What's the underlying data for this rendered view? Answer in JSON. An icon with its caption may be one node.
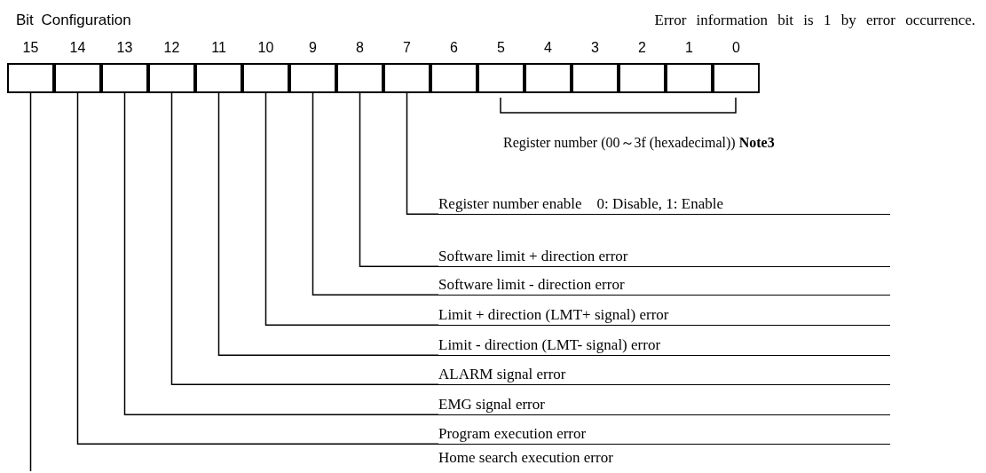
{
  "diagram": {
    "title": "Bit Configuration",
    "nodes": [
      {
        "text": [],
        "shape": "box"
      },
      {
        "text": [],
        "shape": "box"
      },
      {
        "text": [],
        "shape": "box"
      },
      {
        "text": [],
        "shape": "box"
      },
      {
        "text": [],
        "shape": "box"
      },
      {
        "text": [],
        "shape": "box"
      },
      {
        "text": [],
        "shape": "box"
      },
      {
        "text": [],
        "shape": "box"
      },
      {
        "text": [],
        "shape": "box"
      },
      {
        "text": [],
        "shape": "box"
      },
      {
        "text": [],
        "shape": "box"
      },
      {
        "text": [],
        "shape": "box"
      },
      {
        "text": [],
        "shape": "box"
      },
      {
        "text": [],
        "shape": "box"
      },
      {
        "text": [],
        "shape": "box"
      },
      {
        "text": [],
        "shape": "box"
      },
      {
        "text": [
          "Register number enable    0: Disable, 1: Enable"
        ]
      },
      {
        "text": [
          "Software limit + direction error"
        ]
      },
      {
        "text": [
          "Software limit - direction error"
        ]
      },
      {
        "text": [
          "Limit + direction (LMT+ signal) error"
        ]
      },
      {
        "text": [
          "Limit - direction (LMT- signal) error"
        ]
      },
      {
        "text": [
          "ALARM signal error"
        ]
      },
      {
        "text": [
          "EMG signal error"
        ]
      },
      {
        "text": [
          "Program execution error"
        ]
      }
    ],
    "edges": [
      {
        "from": 16,
        "to": 8,
        "arrow": "none"
      },
      {
        "from": 17,
        "to": 7,
        "arrow": "none"
      },
      {
        "from": 18,
        "to": 6,
        "arrow": "none"
      },
      {
        "from": 19,
        "to": 5,
        "arrow": "none"
      },
      {
        "from": 20,
        "to": 4,
        "arrow": "none"
      },
      {
        "from": 21,
        "to": 3,
        "arrow": "none"
      },
      {
        "from": 22,
        "to": 2,
        "arrow": "none"
      },
      {
        "from": 23,
        "to": 1,
        "arrow": "none"
      },
      {
        "from": 0,
        "to": null,
        "arrow": "none"
      }
    ],
    "labels": [
      "Error information bit is 1 by error occurrence.",
      "15",
      "14",
      "13",
      "12",
      "11",
      "10",
      "9",
      "8",
      "7",
      "6",
      "5",
      "4",
      "3",
      "2",
      "1",
      "0",
      "Register number (00～3f (hexadecimal)) **Note3**",
      "Home search execution error"
    ]
  }
}
